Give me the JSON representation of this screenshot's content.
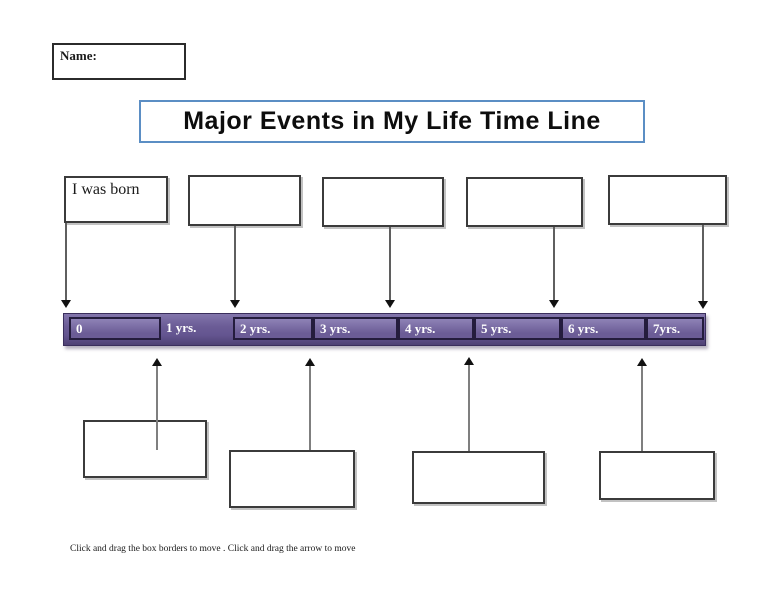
{
  "page": {
    "name_label": "Name:",
    "title": "Major Events in My Life Time Line",
    "footer_note": "Click and drag the box borders to move . Click and drag the arrow to move"
  },
  "colors": {
    "title_border_blue": "#5b8ec4",
    "timeline_purple": "#6b5c96",
    "timeline_border": "#241c3d",
    "box_border": "#3b3b3b"
  },
  "timeline": {
    "labels": [
      "0",
      "1 yrs.",
      "2 yrs.",
      "3 yrs.",
      "4 yrs.",
      "5 yrs.",
      "6 yrs.",
      "7yrs."
    ]
  },
  "event_boxes": {
    "top": [
      {
        "label": "I was born"
      },
      {
        "label": ""
      },
      {
        "label": ""
      },
      {
        "label": ""
      },
      {
        "label": ""
      }
    ],
    "bottom": [
      {
        "label": ""
      },
      {
        "label": ""
      },
      {
        "label": ""
      },
      {
        "label": ""
      }
    ]
  }
}
